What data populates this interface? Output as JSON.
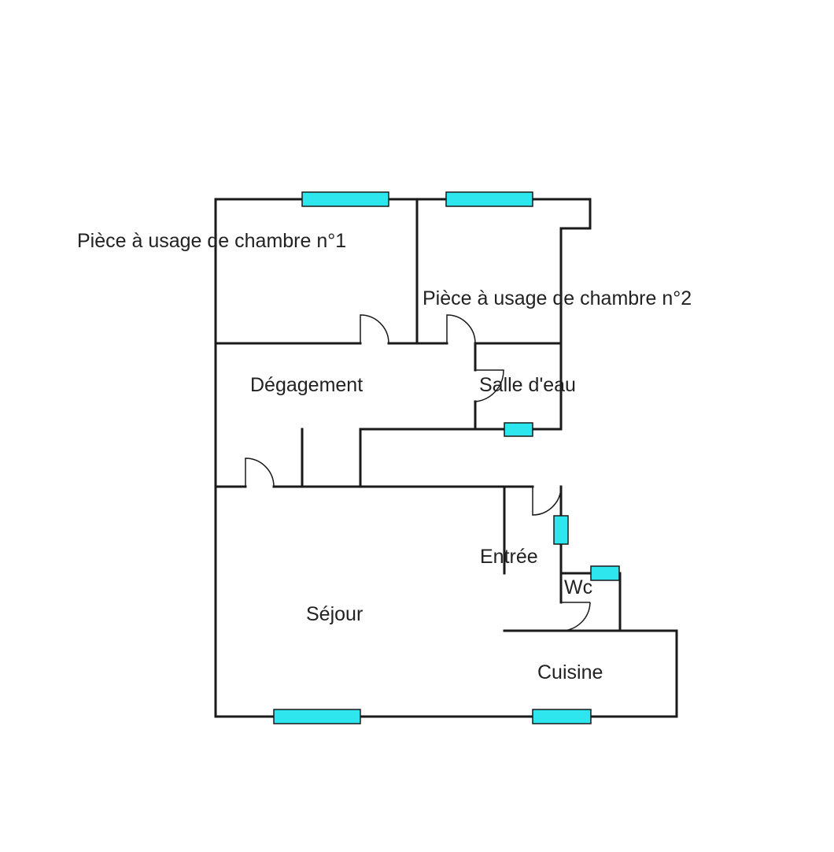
{
  "rooms": {
    "chambre1": "Pièce à usage de chambre n°1",
    "chambre2": "Pièce à usage de chambre n°2",
    "degagement": "Dégagement",
    "salle_deau": "Salle d'eau",
    "entree": "Entrée",
    "wc": "Wc",
    "sejour": "Séjour",
    "cuisine": "Cuisine"
  },
  "colors": {
    "wall": "#1a1a1a",
    "window": "#2ee6ee",
    "background": "#ffffff"
  }
}
